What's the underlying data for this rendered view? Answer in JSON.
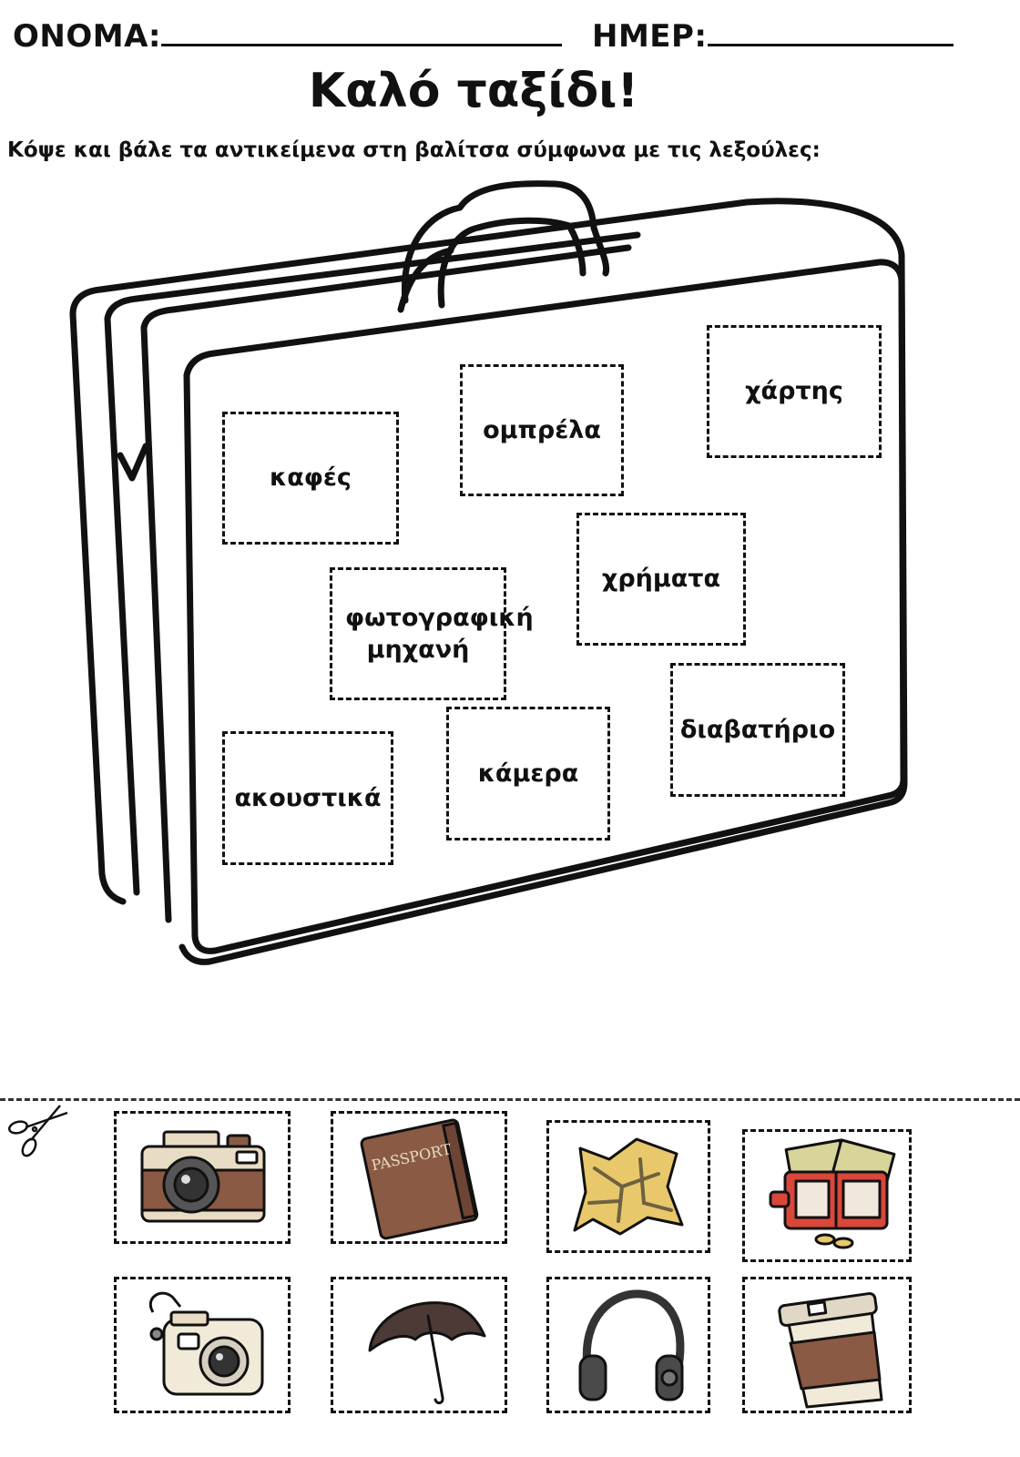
{
  "header": {
    "name_label": "ΟΝΟΜΑ:",
    "date_label": "ΗΜΕΡ:"
  },
  "title": "Καλό ταξίδι!",
  "instructions": "Κόψε και βάλε τα αντικείμενα στη βαλίτσα σύμφωνα με τις λεξούλες:",
  "suitcase_slots": [
    {
      "id": "coffee",
      "label": "καφές"
    },
    {
      "id": "umbrella",
      "label": "ομπρέλα"
    },
    {
      "id": "map",
      "label": "χάρτης"
    },
    {
      "id": "money",
      "label": "χρήματα"
    },
    {
      "id": "photo-camera",
      "label": "φωτογραφική μηχανή"
    },
    {
      "id": "headphones",
      "label": "ακουστικά"
    },
    {
      "id": "camera",
      "label": "κάμερα"
    },
    {
      "id": "passport",
      "label": "διαβατήριο"
    }
  ],
  "cutouts": [
    {
      "icon": "camera-icon"
    },
    {
      "icon": "passport-icon",
      "text": "PASSPORT"
    },
    {
      "icon": "map-icon"
    },
    {
      "icon": "wallet-money-icon"
    },
    {
      "icon": "instant-camera-icon"
    },
    {
      "icon": "umbrella-icon"
    },
    {
      "icon": "headphones-icon"
    },
    {
      "icon": "coffee-cup-icon"
    }
  ],
  "colors": {
    "ink": "#111111",
    "brown": "#8a5a44",
    "beige": "#e9dcc4",
    "map_yellow": "#e8c86a",
    "wallet_red": "#d9473a",
    "money_green": "#d8d49a"
  }
}
